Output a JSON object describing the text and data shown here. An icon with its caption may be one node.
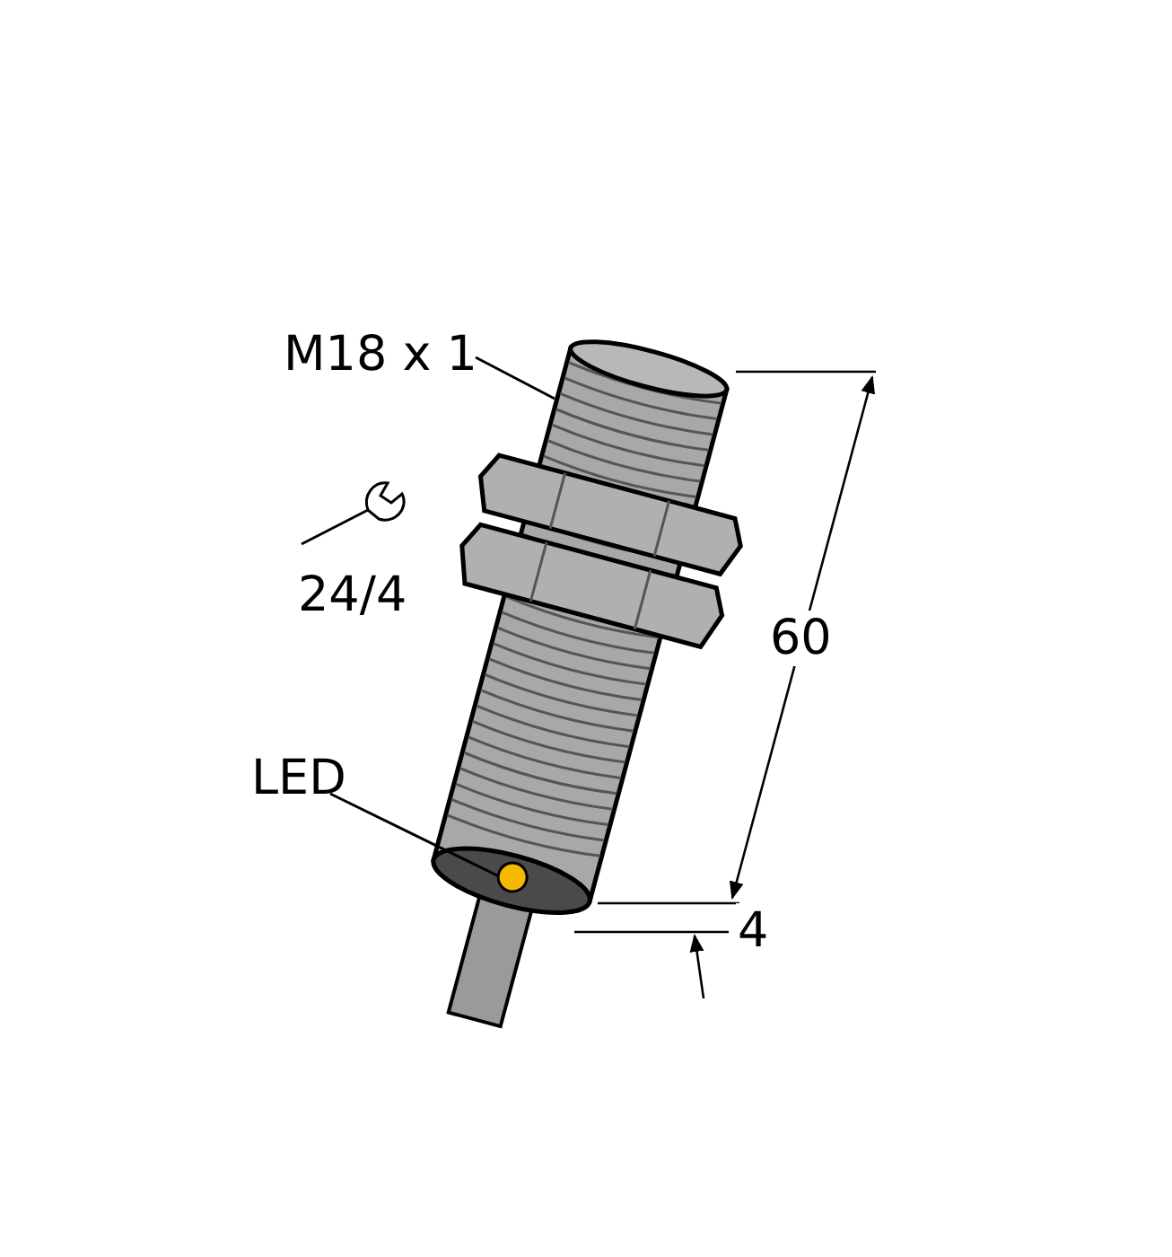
{
  "diagram": {
    "nodes": [
      {
        "text": [
          "M18 x 1"
        ]
      },
      {
        "text": [],
        "shape": "picture"
      },
      {
        "text": [
          "LED"
        ]
      },
      {
        "text": [],
        "shape": "circle",
        "in": 1
      }
    ],
    "edges": [
      {
        "from": 0,
        "to": 1,
        "arrow": "none"
      },
      {
        "from": 2,
        "to": 3,
        "arrow": "none"
      }
    ],
    "labels": [
      "24/4",
      "60",
      "4"
    ]
  }
}
